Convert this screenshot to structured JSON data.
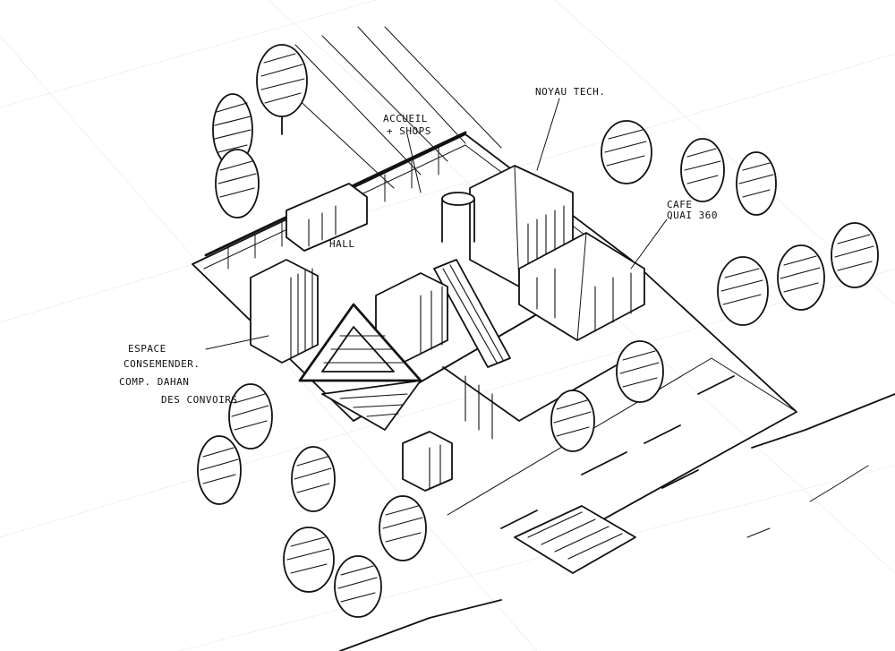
{
  "drawing": {
    "paper_color": "#ffffff",
    "ink_color": "#111111",
    "annotations": {
      "noyau_tech": "NOYAU TECH.",
      "accueil_1": "ACCUEIL",
      "accueil_2": "+ SHOPS",
      "cafe_1": "CAFE",
      "cafe_2": "QUAI 360",
      "hall": "HALL",
      "espace_1": "ESPACE",
      "espace_2": "CONSEMENDER.",
      "espace_3": "COMP. DAHAN",
      "espace_4": "DES CONVOIRS"
    }
  }
}
